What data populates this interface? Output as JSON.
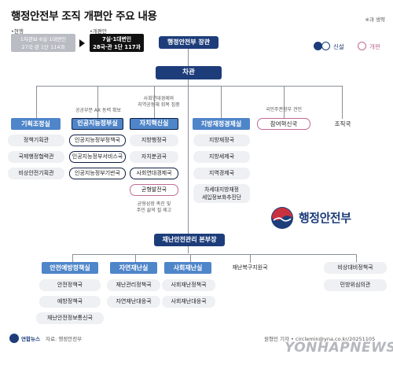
{
  "title": "행정안전부 조직 개편안 주요 내용",
  "note": "※과 생략",
  "current": {
    "tag": "•현행",
    "line1": "1차관보·6실·1대변인",
    "line2": "27국·관 1단 114과"
  },
  "proposed": {
    "tag": "•개편안",
    "line1": "7실·1대변인",
    "line2": "28국·관 1단 117과"
  },
  "minister": "행정안전부 장관",
  "legend": {
    "new": "신설",
    "reorg": "개편"
  },
  "vice_minister": "차관",
  "notes": {
    "ai": "공공부문 AX 동력 확보",
    "autonomy": "사회연대경제와\n지역공동체 회복 집중",
    "peoples": "국민주권정부 견인",
    "balance": "균형성장 촉진 및\n주민 삶의 질 제고"
  },
  "columns": {
    "planning": {
      "head": "기획조정실",
      "items": [
        "정책기획관",
        "국제행정협력관",
        "비상안전기획관"
      ]
    },
    "ai": {
      "head": "인공지능정부실",
      "items": [
        "인공지능정부정책국",
        "인공지능정부서비스국",
        "인공지능정부기반국"
      ]
    },
    "autonomy": {
      "head": "자치혁신실",
      "items": [
        "지방행정국",
        "자치분권국",
        "사회연대경제국",
        "균형발전국"
      ]
    },
    "local_finance": {
      "head": "지방재정경제실",
      "items": [
        "지방재정국",
        "지방세제국",
        "지역경제국",
        "차세대지방재정\n세입정보화추진단"
      ]
    }
  },
  "peoples_sovereignty": "참여혁신국",
  "organization": "조직국",
  "logo_text": "행정안전부",
  "disaster_hq": "재난안전관리 본부장",
  "bottom": {
    "safety": {
      "head": "안전예방정책실",
      "items": [
        "안전정책국",
        "예방정책국",
        "재난안전정보통신국"
      ]
    },
    "natural": {
      "head": "자연재난실",
      "items": [
        "재난관리정책국",
        "자연재난대응국"
      ]
    },
    "social": {
      "head": "사회재난실",
      "items": [
        "사회재난정책국",
        "사회재난대응국"
      ]
    },
    "recovery": "재난복구지원국",
    "emergency": {
      "items": [
        "비상대비정책국",
        "민방위심의관"
      ]
    }
  },
  "footer": {
    "agency": "연합뉴스",
    "source": "자료: 행정안전부",
    "credit": "원형민 기자 • circlemin@yna.co.kr/20251105",
    "watermark": "YONHAPNEWS"
  },
  "colors": {
    "navy": "#1d3d7a",
    "blue": "#4f85c9",
    "pink": "#c06b95"
  }
}
